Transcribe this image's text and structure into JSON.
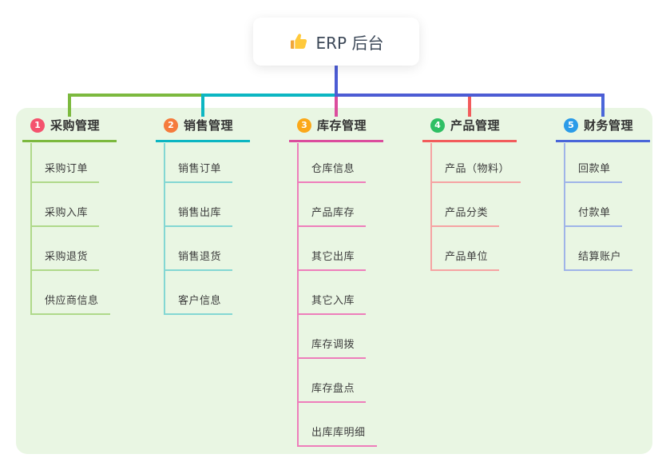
{
  "root": {
    "icon": "thumbs-up",
    "label": "ERP 后台"
  },
  "branches": [
    {
      "num": "1",
      "label": "采购管理",
      "color": "#7CB93E",
      "light_color": "#AFD98A",
      "badge_color": "#F4536E",
      "children": [
        "采购订单",
        "采购入库",
        "采购退货",
        "供应商信息"
      ]
    },
    {
      "num": "2",
      "label": "销售管理",
      "color": "#0CB6C2",
      "light_color": "#83D7D3",
      "badge_color": "#F57B3D",
      "children": [
        "销售订单",
        "销售出库",
        "销售退货",
        "客户信息"
      ]
    },
    {
      "num": "3",
      "label": "库存管理",
      "color": "#DB4D9D",
      "light_color": "#EE7EBB",
      "badge_color": "#FBA819",
      "children": [
        "仓库信息",
        "产品库存",
        "其它出库",
        "其它入库",
        "库存调拨",
        "库存盘点",
        "出库库明细"
      ]
    },
    {
      "num": "4",
      "label": "产品管理",
      "color": "#F25C5C",
      "light_color": "#F6A3A3",
      "badge_color": "#2FBF64",
      "children": [
        "产品（物料）",
        "产品分类",
        "产品单位"
      ]
    },
    {
      "num": "5",
      "label": "财务管理",
      "color": "#4A66D9",
      "light_color": "#9FB4E8",
      "badge_color": "#2B9BE8",
      "children": [
        "回款单",
        "付款单",
        "结算账户"
      ]
    }
  ],
  "connector": {
    "root_line_color": "#4C5CD4",
    "bus_colors": [
      "#7CB93E",
      "#0CB6C2",
      "#4C5CD4",
      "#4C5CD4"
    ]
  },
  "colors": {
    "container_bg": "#E9F6E3",
    "text": "#333333",
    "root_text": "#3C4858"
  }
}
